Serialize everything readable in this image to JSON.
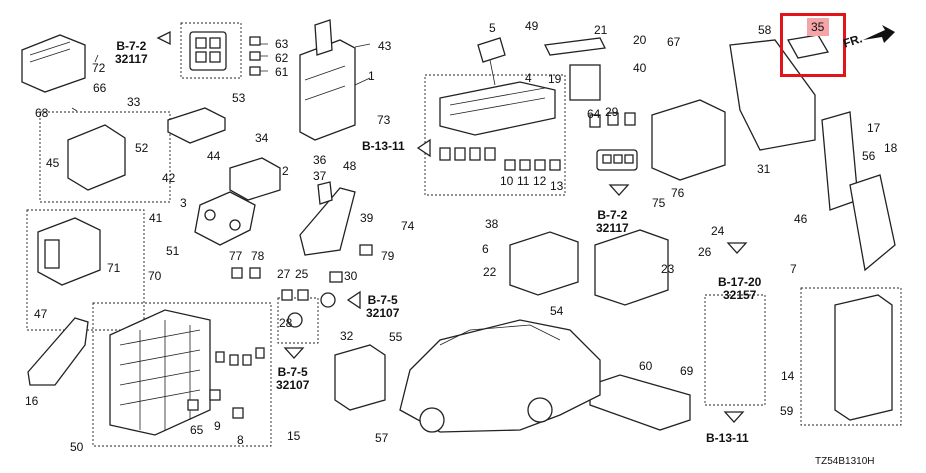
{
  "diagram_code": "TZ54B1310H",
  "front_label": "FR.",
  "highlighted_part": "35",
  "references": [
    {
      "section": "B-7-2",
      "part": "32117"
    },
    {
      "section": "B-13-11",
      "part": ""
    },
    {
      "section": "B-7-2",
      "part": "32117"
    },
    {
      "section": "B-17-20",
      "part": "32157"
    },
    {
      "section": "B-7-5",
      "part": "32107"
    },
    {
      "section": "B-7-5",
      "part": "32107"
    },
    {
      "section": "B-13-11",
      "part": ""
    }
  ],
  "callouts": [
    "1",
    "2",
    "3",
    "4",
    "5",
    "6",
    "7",
    "8",
    "9",
    "10",
    "11",
    "12",
    "13",
    "14",
    "15",
    "16",
    "17",
    "18",
    "19",
    "20",
    "21",
    "22",
    "23",
    "24",
    "25",
    "26",
    "27",
    "28",
    "29",
    "30",
    "31",
    "32",
    "33",
    "34",
    "35",
    "36",
    "37",
    "38",
    "39",
    "40",
    "41",
    "42",
    "43",
    "44",
    "45",
    "46",
    "47",
    "48",
    "49",
    "50",
    "51",
    "52",
    "53",
    "54",
    "55",
    "56",
    "57",
    "58",
    "59",
    "60",
    "61",
    "62",
    "63",
    "64",
    "65",
    "66",
    "67",
    "68",
    "69",
    "70",
    "71",
    "72",
    "73",
    "74",
    "75",
    "76",
    "77",
    "78",
    "79"
  ]
}
